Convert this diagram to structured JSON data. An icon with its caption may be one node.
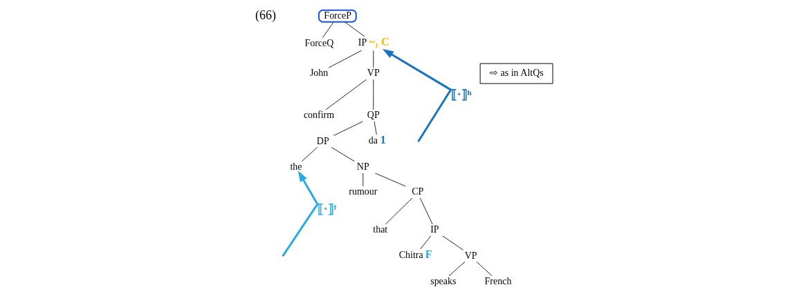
{
  "diagram": {
    "nodes": [
      {
        "text": [
          "ForceP"
        ]
      },
      {
        "text": [
          "ForceQ"
        ]
      },
      {
        "text": [
          "IP"
        ],
        "beside": [
          "~₁ C"
        ]
      },
      {
        "text": [
          "John"
        ]
      },
      {
        "text": [
          "VP"
        ]
      },
      {
        "text": [
          "confirm"
        ]
      },
      {
        "text": [
          "QP"
        ]
      },
      {
        "text": [
          "DP"
        ]
      },
      {
        "text": [
          "da"
        ],
        "beside": [
          "1"
        ]
      },
      {
        "text": [
          "the"
        ]
      },
      {
        "text": [
          "NP"
        ]
      },
      {
        "text": [
          "rumour"
        ]
      },
      {
        "text": [
          "CP"
        ]
      },
      {
        "text": [
          "that"
        ]
      },
      {
        "text": [
          "IP"
        ]
      },
      {
        "text": [
          "Chitra"
        ],
        "beside": [
          "F"
        ]
      },
      {
        "text": [
          "VP"
        ]
      },
      {
        "text": [
          "speaks"
        ]
      },
      {
        "text": [
          "French"
        ]
      },
      {
        "text": [
          "⇨ as in AltQs"
        ]
      }
    ],
    "edges": [
      {
        "from": 0,
        "to": 1,
        "arrow": "none"
      },
      {
        "from": 0,
        "to": 2,
        "arrow": "none"
      },
      {
        "from": 2,
        "to": 3,
        "arrow": "none"
      },
      {
        "from": 2,
        "to": 4,
        "arrow": "none"
      },
      {
        "from": 4,
        "to": 5,
        "arrow": "none"
      },
      {
        "from": 4,
        "to": 6,
        "arrow": "none"
      },
      {
        "from": 6,
        "to": 7,
        "arrow": "none"
      },
      {
        "from": 6,
        "to": 8,
        "arrow": "none"
      },
      {
        "from": 7,
        "to": 9,
        "arrow": "none"
      },
      {
        "from": 7,
        "to": 10,
        "arrow": "none"
      },
      {
        "from": 10,
        "to": 11,
        "arrow": "none"
      },
      {
        "from": 10,
        "to": 12,
        "arrow": "none"
      },
      {
        "from": 12,
        "to": 13,
        "arrow": "none"
      },
      {
        "from": 12,
        "to": 14,
        "arrow": "none"
      },
      {
        "from": 14,
        "to": 15,
        "arrow": "none"
      },
      {
        "from": 14,
        "to": 16,
        "arrow": "none"
      },
      {
        "from": 16,
        "to": 17,
        "arrow": "none"
      },
      {
        "from": 16,
        "to": 18,
        "arrow": "none"
      },
      {
        "from": null,
        "to": 2,
        "arrow": "to",
        "label": "⟦·⟧ʰ",
        "style": "thick",
        "color": "#1a73c0"
      },
      {
        "from": null,
        "to": 9,
        "arrow": "to",
        "label": "⟦·⟧ᶠ",
        "style": "thick",
        "color": "#29abe2"
      }
    ],
    "labels": [
      "(66)"
    ]
  }
}
